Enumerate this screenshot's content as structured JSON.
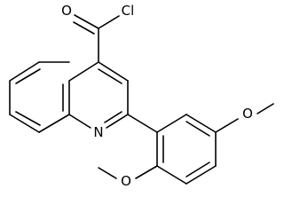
{
  "structure": {
    "atoms": {
      "acyl_oxygen": "O",
      "chlorine": "Cl",
      "ring_nitrogen": "N",
      "methoxy_oxygen_upper": "O",
      "methoxy_oxygen_lower": "O"
    }
  }
}
